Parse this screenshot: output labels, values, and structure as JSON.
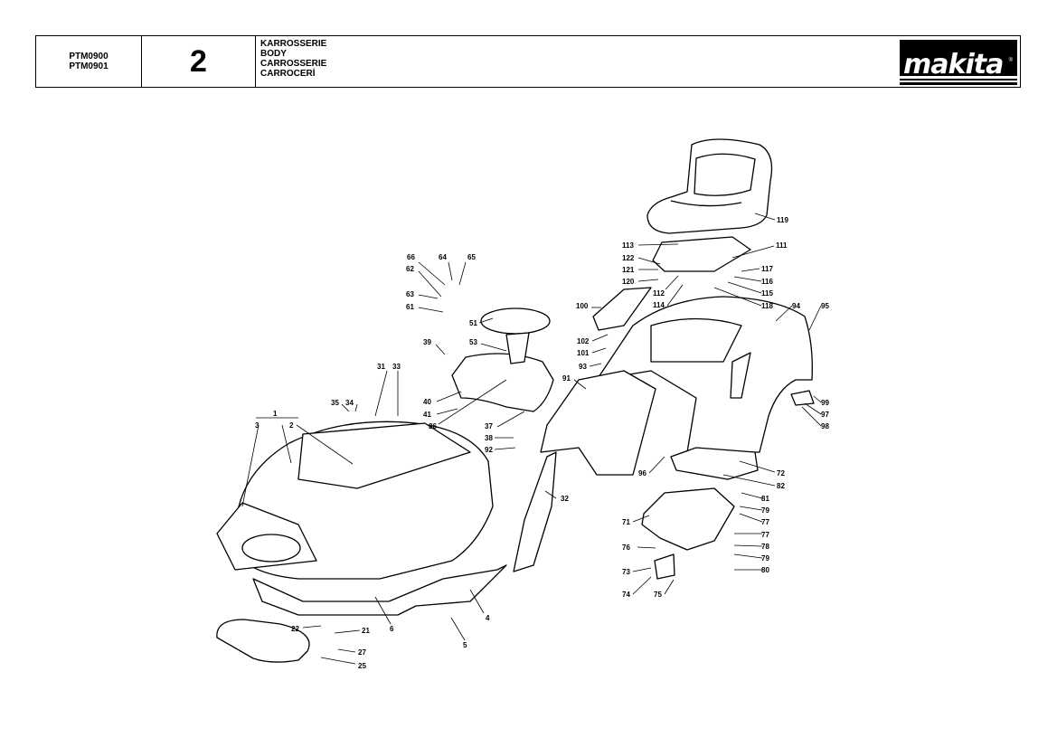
{
  "header": {
    "models": [
      "PTM0900",
      "PTM0901"
    ],
    "section_number": "2",
    "titles": [
      "KARROSSERIE",
      "BODY",
      "CARROSSERIE",
      "CARROCERİ"
    ],
    "logo_text": "makita",
    "logo_reg": "®"
  },
  "callouts": {
    "c1": "1",
    "c2": "2",
    "c3": "3",
    "c4": "4",
    "c5": "5",
    "c6": "6",
    "c21": "21",
    "c22": "22",
    "c25": "25",
    "c27": "27",
    "c31": "31",
    "c32": "32",
    "c33": "33",
    "c34": "34",
    "c35": "35",
    "c36": "36",
    "c37": "37",
    "c38": "38",
    "c39": "39",
    "c40": "40",
    "c41": "41",
    "c51": "51",
    "c53": "53",
    "c61": "61",
    "c62": "62",
    "c63": "63",
    "c64": "64",
    "c65": "65",
    "c66": "66",
    "c71": "71",
    "c72": "72",
    "c73": "73",
    "c74": "74",
    "c75": "75",
    "c76": "76",
    "c77a": "77",
    "c77b": "77",
    "c78": "78",
    "c79a": "79",
    "c79b": "79",
    "c80": "80",
    "c81": "81",
    "c82": "82",
    "c91": "91",
    "c92": "92",
    "c93": "93",
    "c94": "94",
    "c95": "95",
    "c96": "96",
    "c97": "97",
    "c98": "98",
    "c99": "99",
    "c100": "100",
    "c101": "101",
    "c102": "102",
    "c111": "111",
    "c112": "112",
    "c113": "113",
    "c114": "114",
    "c115": "115",
    "c116": "116",
    "c117": "117",
    "c118": "118",
    "c119": "119",
    "c120": "120",
    "c121": "121",
    "c122": "122"
  }
}
